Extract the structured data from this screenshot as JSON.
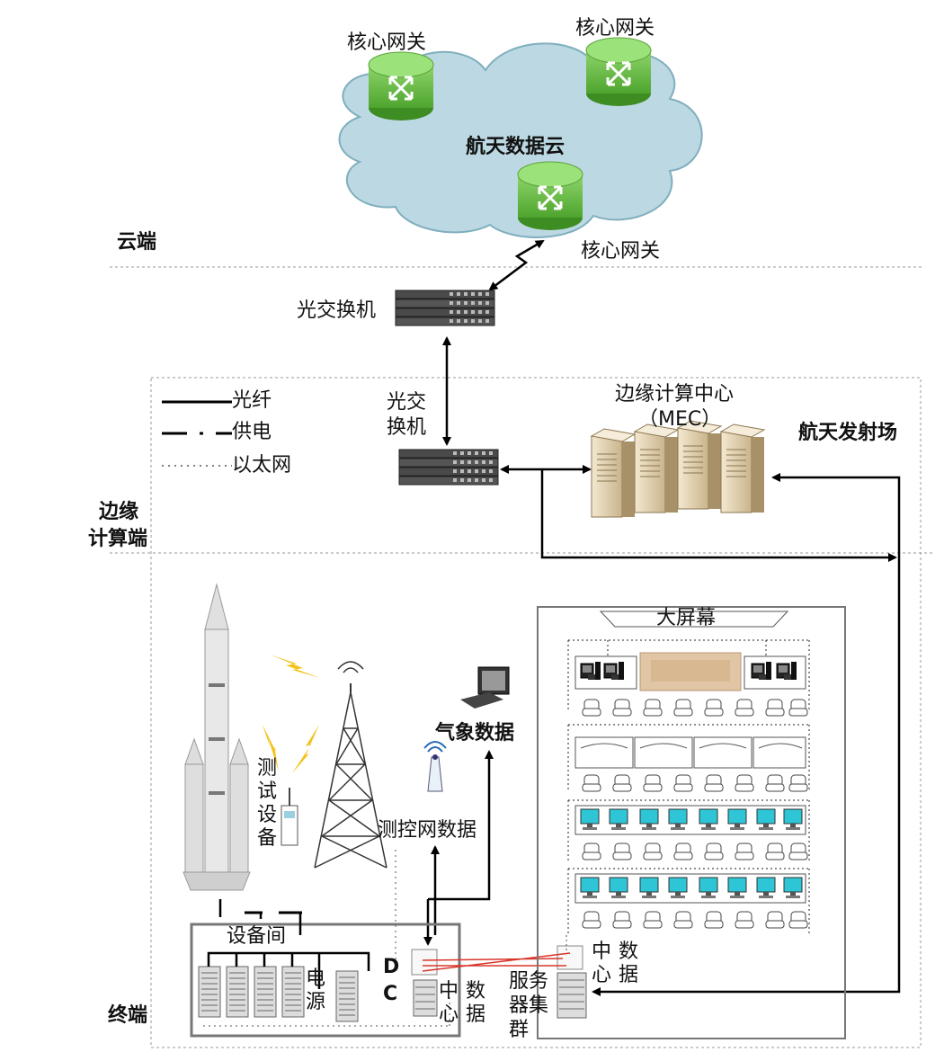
{
  "layers": {
    "cloud": "云端",
    "edge": "边缘计算端",
    "edge_line1": "边缘",
    "edge_line2": "计算端",
    "terminal": "终端"
  },
  "cloud": {
    "title": "航天数据云",
    "gateway_label": "核心网关"
  },
  "switch_top": "光交换机",
  "switch_edge_line1": "光交",
  "switch_edge_line2": "换机",
  "mec": {
    "label_line1": "边缘计算中心",
    "label_line2": "（MEC）"
  },
  "site_label": "航天发射场",
  "legend": {
    "fiber": "光纤",
    "power": "供电",
    "ethernet": "以太网"
  },
  "terminal": {
    "big_screen": "大屏幕",
    "weather": "气象数据",
    "tt_network": "测控网数据",
    "test_device": "测试设备",
    "equipment_room": "设备间",
    "power_source": "电源",
    "dc_top": "D",
    "dc_bottom": "C",
    "data_center_left_a": "中心",
    "data_center_left_b": "数据",
    "data_center_right_a": "中心",
    "data_center_right_b": "数据",
    "server_cluster": "服务器集群"
  },
  "colors": {
    "cloud_fill": "#bcd9e3",
    "gateway_green": "#6cc04a",
    "beige": "#e8d7b5",
    "monitor_cyan": "#2ec5d6",
    "lightning": "#f2c21a",
    "red_link": "#d8352a"
  }
}
